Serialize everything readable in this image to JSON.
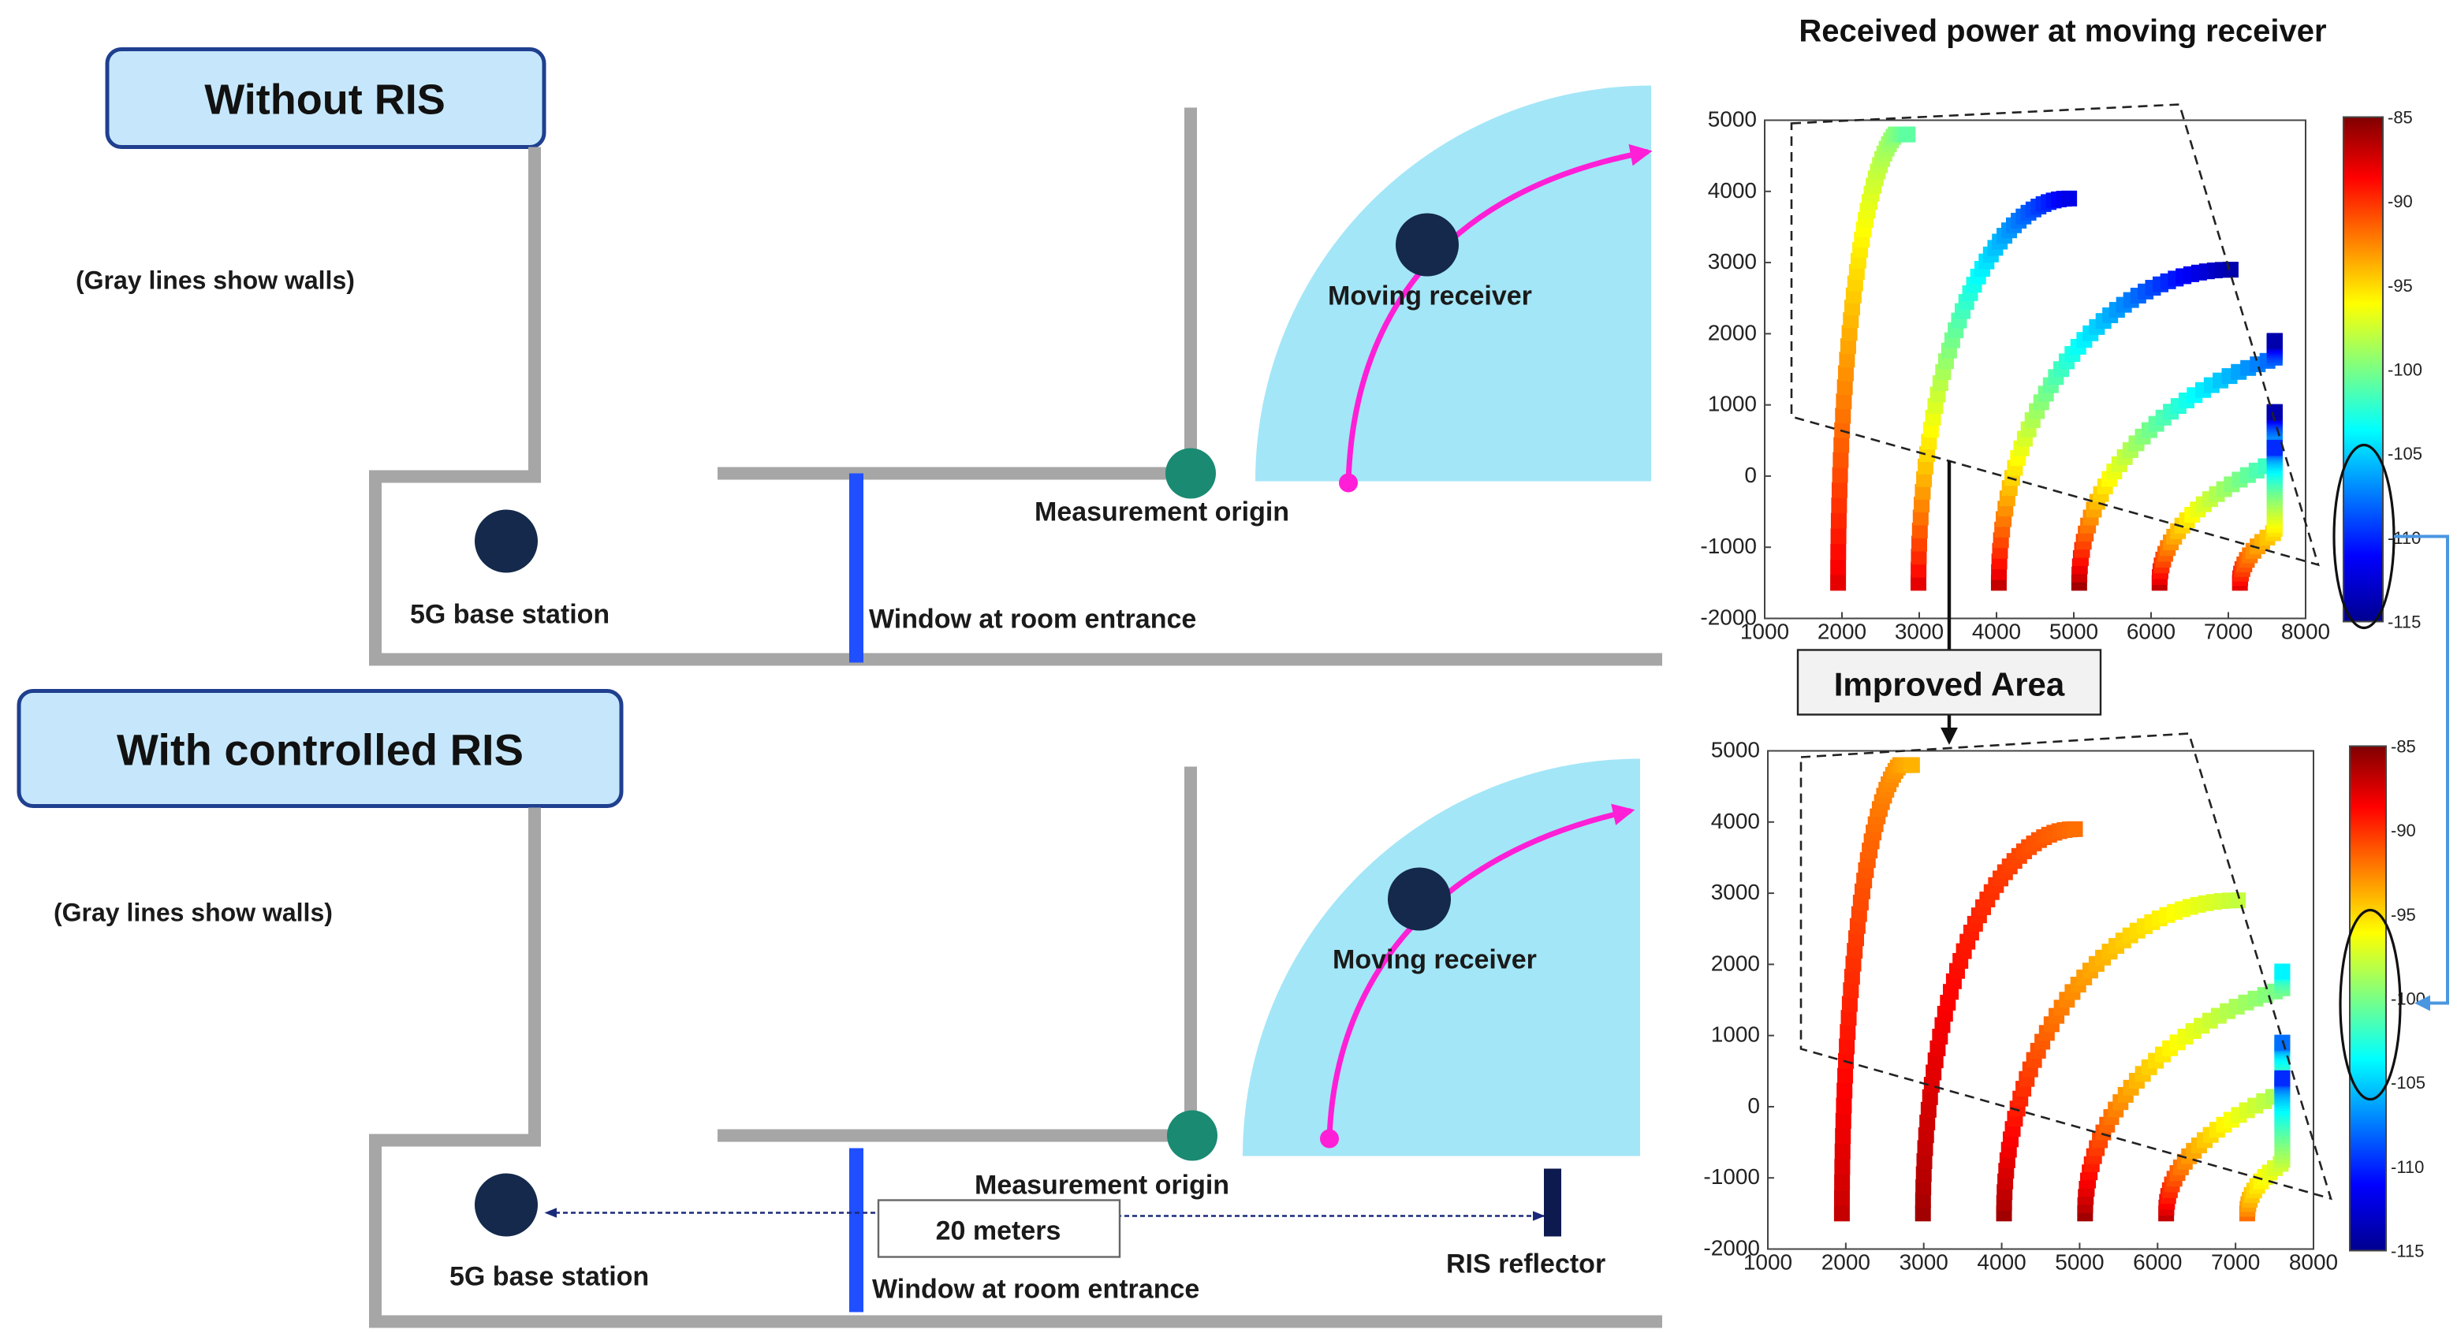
{
  "chart_title": "Received power at moving receiver",
  "panels": [
    {
      "title": "Without RIS",
      "walls_note": "(Gray lines show walls)",
      "base_station_label": "5G base station",
      "window_label": "Window at room entrance",
      "origin_label": "Measurement origin",
      "receiver_label": "Moving receiver"
    },
    {
      "title": "With controlled RIS",
      "walls_note": "(Gray lines show walls)",
      "base_station_label": "5G base station",
      "window_label": "Window at room entrance",
      "origin_label": "Measurement origin",
      "receiver_label": "Moving receiver",
      "distance_label": "20 meters",
      "ris_label": "RIS reflector"
    }
  ],
  "improved_area_label": "Improved Area",
  "colors": {
    "wall": "#a6a6a6",
    "window": "#1f4fff",
    "room_fill": "#a3e6f7",
    "path": "#ff1fd6",
    "origin": "#1a8a72",
    "station": "#14294b",
    "title_box_fill": "#c6e7fb",
    "title_box_stroke": "#1f3f8f",
    "annotation_blue": "#4a96e0"
  },
  "chart_data": [
    {
      "type": "heatmap",
      "title": "Received power at moving receiver",
      "xlim": [
        1000,
        8000
      ],
      "ylim": [
        -2000,
        5000
      ],
      "xticks": [
        "1000",
        "2000",
        "3000",
        "4000",
        "5000",
        "6000",
        "7000",
        "8000"
      ],
      "yticks": [
        "5000",
        "4000",
        "3000",
        "2000",
        "1000",
        "0",
        "-1000",
        "-2000"
      ],
      "colorbar_range": [
        -115,
        -85
      ],
      "colorbar_ticks": [
        "-85",
        "-90",
        "-95",
        "-100",
        "-105",
        "-110",
        "-115"
      ],
      "tracks": [
        {
          "radius_m": 1.0,
          "power_start": -88,
          "power_end": -101
        },
        {
          "radius_m": 2.0,
          "power_start": -88,
          "power_end": -112
        },
        {
          "radius_m": 3.0,
          "power_start": -87,
          "power_end": -114
        },
        {
          "radius_m": 4.0,
          "power_start": -86,
          "power_end": -114
        },
        {
          "radius_m": 5.0,
          "power_start": -87,
          "power_end": -114
        },
        {
          "radius_m": 6.0,
          "power_start": -88,
          "power_end": -110
        }
      ]
    },
    {
      "type": "heatmap",
      "xlim": [
        1000,
        8000
      ],
      "ylim": [
        -2000,
        5000
      ],
      "xticks": [
        "1000",
        "2000",
        "3000",
        "4000",
        "5000",
        "6000",
        "7000",
        "8000"
      ],
      "yticks": [
        "5000",
        "4000",
        "3000",
        "2000",
        "1000",
        "0",
        "-1000",
        "-2000"
      ],
      "colorbar_range": [
        -115,
        -85
      ],
      "colorbar_ticks": [
        "-85",
        "-90",
        "-95",
        "-100",
        "-105",
        "-110",
        "-115"
      ],
      "tracks": [
        {
          "radius_m": 1.0,
          "power_start": -87,
          "power_end": -94
        },
        {
          "radius_m": 2.0,
          "power_start": -86,
          "power_end": -92
        },
        {
          "radius_m": 3.0,
          "power_start": -86,
          "power_end": -98
        },
        {
          "radius_m": 4.0,
          "power_start": -86,
          "power_end": -104
        },
        {
          "radius_m": 5.0,
          "power_start": -87,
          "power_end": -108
        },
        {
          "radius_m": 6.0,
          "power_start": -92,
          "power_end": -110
        }
      ]
    }
  ]
}
